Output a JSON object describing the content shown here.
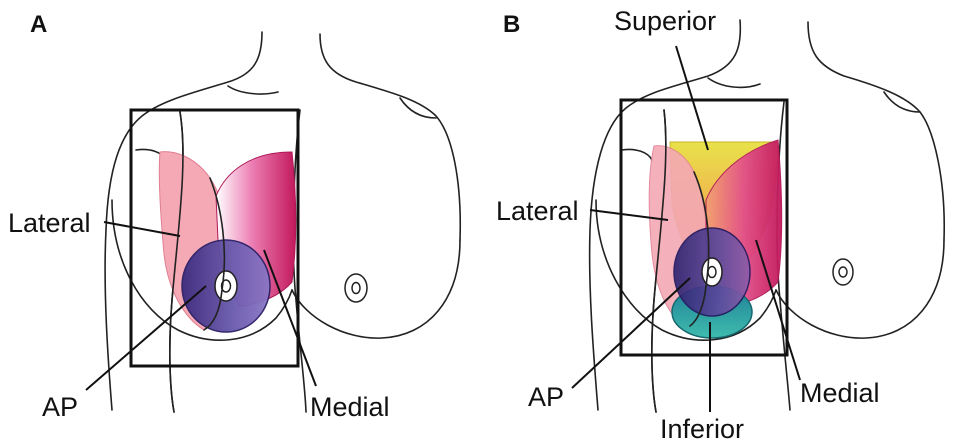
{
  "panels": {
    "a": {
      "letter": "A",
      "labels": {
        "lateral": "Lateral",
        "ap": "AP",
        "medial": "Medial"
      },
      "colors": {
        "lateral": "#f4a9b4",
        "medial": "#d2266f",
        "ap": "#4b3b8c",
        "nipple": "#ffffff"
      }
    },
    "b": {
      "letter": "B",
      "labels": {
        "superior": "Superior",
        "lateral": "Lateral",
        "ap": "AP",
        "medial": "Medial",
        "inferior": "Inferior"
      },
      "colors": {
        "superior": "#e7df4a",
        "lateral": "#f4a9b4",
        "medial": "#d2266f",
        "ap": "#3b2f7a",
        "inferior": "#2ea6a0",
        "nipple": "#ffffff"
      }
    }
  }
}
